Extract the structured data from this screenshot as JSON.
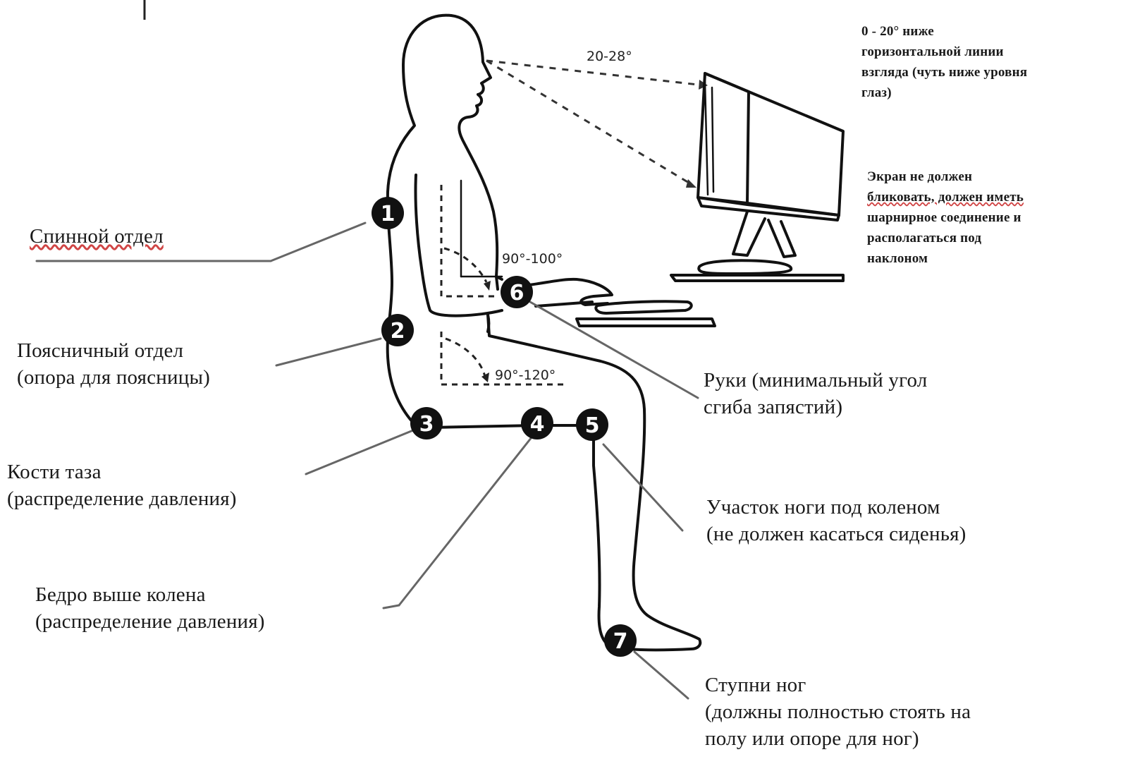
{
  "angles": {
    "sight": "20-28°",
    "elbow": "90°-100°",
    "hip": "90°-120°"
  },
  "markers": [
    "1",
    "2",
    "3",
    "4",
    "5",
    "6",
    "7"
  ],
  "labels": {
    "back": [
      "Спинной отдел"
    ],
    "lumbar": [
      "Поясничный отдел",
      "(опора для поясницы)"
    ],
    "pelvis": [
      "Кости таза",
      "(распределение давления)"
    ],
    "thigh": [
      "Бедро выше колена",
      "(распределение давления)"
    ],
    "hands": [
      "Руки (минимальный угол",
      "сгиба запястий)"
    ],
    "knee": [
      "Участок ноги под коленом",
      "(не должен касаться сиденья)"
    ],
    "feet": [
      "Ступни ног",
      "(должны полностью стоять на",
      "полу или опоре для ног)"
    ],
    "monitor_height": [
      "0 - 20° ниже",
      "горизонтальной линии",
      "взгляда (чуть ниже уровня",
      "глаз)"
    ],
    "screen": [
      "Экран не должен",
      "бликовать, должен иметь",
      "шарнирное соединение и",
      "располагаться под",
      "наклоном"
    ]
  },
  "colors": {
    "ink": "#111111",
    "leader": "#666666",
    "spellcheck_underline": "#d04545"
  }
}
